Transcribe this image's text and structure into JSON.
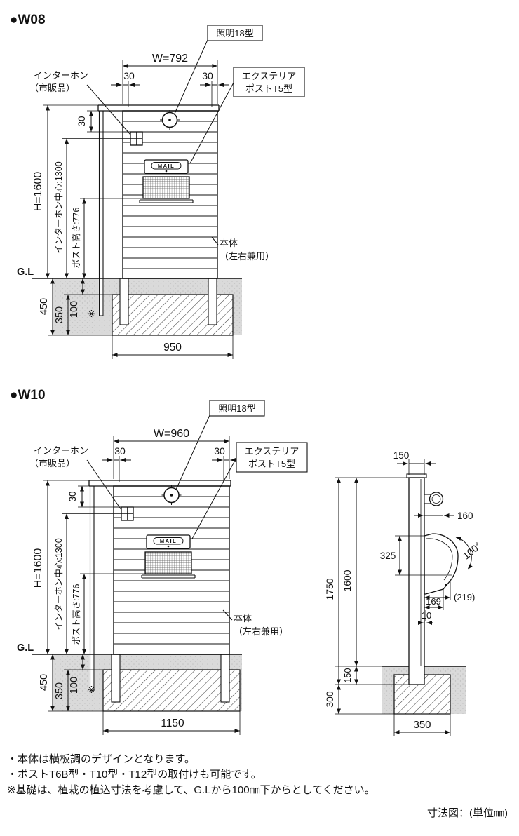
{
  "w08": {
    "section_label": "●W08",
    "light_callout": "照明18型",
    "width_dim": "W=792",
    "margin_left": "30",
    "margin_right": "30",
    "offset_top": "30",
    "intercom_line1": "インターホン",
    "intercom_line2": "（市販品）",
    "post_callout_line1": "エクステリア",
    "post_callout_line2": "ポストT5型",
    "height_dim": "H=1600",
    "intercom_center_dim": "インターホン中心:1300",
    "post_height_dim": "ポスト高さ:776",
    "gl_label": "G.L",
    "depth_total": "450",
    "depth_footing": "350",
    "depth_offset": "100",
    "note_mark": "※",
    "footing_width": "950",
    "body_line1": "本体",
    "body_line2": "（左右兼用）",
    "mail_text": "MAIL"
  },
  "w10": {
    "section_label": "●W10",
    "light_callout": "照明18型",
    "width_dim": "W=960",
    "margin_left": "30",
    "margin_right": "30",
    "offset_top": "30",
    "intercom_line1": "インターホン",
    "intercom_line2": "（市販品）",
    "post_callout_line1": "エクステリア",
    "post_callout_line2": "ポストT5型",
    "height_dim": "H=1600",
    "intercom_center_dim": "インターホン中心:1300",
    "post_height_dim": "ポスト高さ:776",
    "gl_label": "G.L",
    "depth_total": "450",
    "depth_footing": "350",
    "depth_offset": "100",
    "note_mark": "※",
    "footing_width": "1150",
    "body_line1": "本体",
    "body_line2": "（左右兼用）",
    "mail_text": "MAIL",
    "side": {
      "pole_width": "150",
      "light_depth": "160",
      "box_span": "325",
      "open_angle": "100°",
      "total_height": "1750",
      "above_ground": "1600",
      "dim_169": "169",
      "dim_219": "(219)",
      "dim_10": "10",
      "below_300": "300",
      "embed_150": "150",
      "footing_width": "350"
    }
  },
  "notes": [
    "・本体は横板調のデザインとなります。",
    "・ポストT6B型・T10型・T12型の取付けも可能です。",
    "※基礎は、植栽の植込寸法を考慮して、G.Lから100㎜下からとしてください。"
  ],
  "footer_label": "寸法図：(単位㎜)"
}
